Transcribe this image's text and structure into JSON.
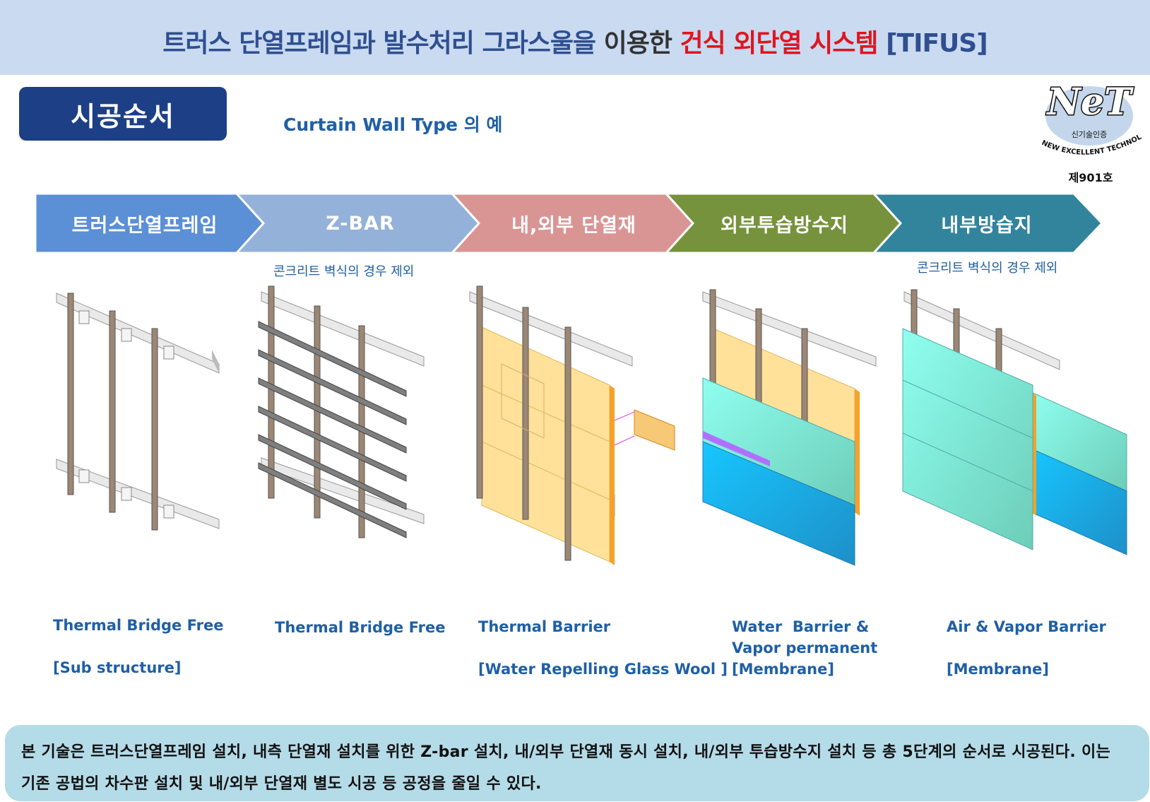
{
  "header": {
    "title_part1": "트러스 단열프레임과 발수처리 그라스울을",
    "title_part2": " 이용한 ",
    "title_part3": "건식 외단열 시스템",
    "title_part4": " [TIFUS]"
  },
  "section": {
    "badge": "시공순서",
    "subtitle": "Curtain Wall Type 의 예"
  },
  "logo": {
    "mark": "NeT",
    "korean": "신기술인증",
    "english": "NEW EXCELLENT TECHNOLOGY",
    "number": "제901호"
  },
  "steps": [
    {
      "label": "트러스단열프레임",
      "color": "#5b8fd6"
    },
    {
      "label": "Z-BAR",
      "color": "#94b2d9"
    },
    {
      "label": "내,외부 단열재",
      "color": "#d99594"
    },
    {
      "label": "외부투습방수지",
      "color": "#76923c"
    },
    {
      "label": "내부방습지",
      "color": "#31849b"
    }
  ],
  "notes": {
    "zbar": "콘크리트 벽식의 경우 제외",
    "inner": "콘크리트 벽식의 경우 제외"
  },
  "captions": [
    {
      "line1": "Thermal Bridge Free",
      "line2": "",
      "line3": "[Sub structure]"
    },
    {
      "line1": "Thermal Bridge Free",
      "line2": "",
      "line3": ""
    },
    {
      "line1": "Thermal Barrier",
      "line2": "",
      "line3": "[Water Repelling Glass Wool ]"
    },
    {
      "line1": "Water  Barrier &",
      "line2": "Vapor permanent",
      "line3": "[Membrane]"
    },
    {
      "line1": "Air & Vapor Barrier",
      "line2": "",
      "line3": "[Membrane]"
    }
  ],
  "description": "본 기술은 트러스단열프레임 설치, 내측 단열재 설치를 위한 Z-bar 설치, 내/외부 단열재 동시 설치, 내/외부 투습방수지 설치 등 총 5단계의 순서로 시공된다. 이는 기존 공법의 차수판 설치 및 내/외부 단열재 별도 시공 등 공정을 줄일 수 있다.",
  "colors": {
    "header_bg": "#c9daf1",
    "badge_bg": "#1d3f86",
    "accent_text": "#1f5fa6",
    "title_red": "#e0151f",
    "bottom_bg": "#b4dbe8"
  }
}
